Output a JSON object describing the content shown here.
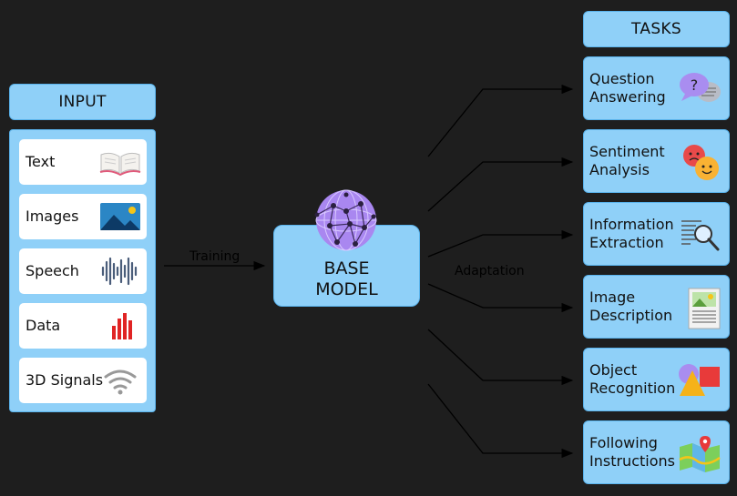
{
  "input": {
    "header": "INPUT",
    "items": [
      {
        "label": "Text",
        "icon": "book-icon"
      },
      {
        "label": "Images",
        "icon": "image-icon"
      },
      {
        "label": "Speech",
        "icon": "waveform-icon"
      },
      {
        "label": "Data",
        "icon": "bar-chart-icon"
      },
      {
        "label": "3D Signals",
        "icon": "wireless-signal-icon"
      }
    ]
  },
  "flow": {
    "training_label": "Training",
    "adaptation_label": "Adaptation"
  },
  "base_model": {
    "label": "BASE\nMODEL",
    "icon": "neural-globe-icon"
  },
  "tasks": {
    "header": "TASKS",
    "items": [
      {
        "label": "Question\nAnswering",
        "icon": "question-chat-icon"
      },
      {
        "label": "Sentiment\nAnalysis",
        "icon": "emoji-faces-icon"
      },
      {
        "label": "Information\nExtraction",
        "icon": "document-magnifier-icon"
      },
      {
        "label": "Image\nDescription",
        "icon": "image-document-icon"
      },
      {
        "label": "Object\nRecognition",
        "icon": "shapes-icon"
      },
      {
        "label": "Following\nInstructions",
        "icon": "map-pin-icon"
      }
    ]
  },
  "colors": {
    "background": "#1e1e1e",
    "box_fill": "#8fd0f8",
    "box_border": "#5ab3ec",
    "card_fill": "#ffffff"
  }
}
